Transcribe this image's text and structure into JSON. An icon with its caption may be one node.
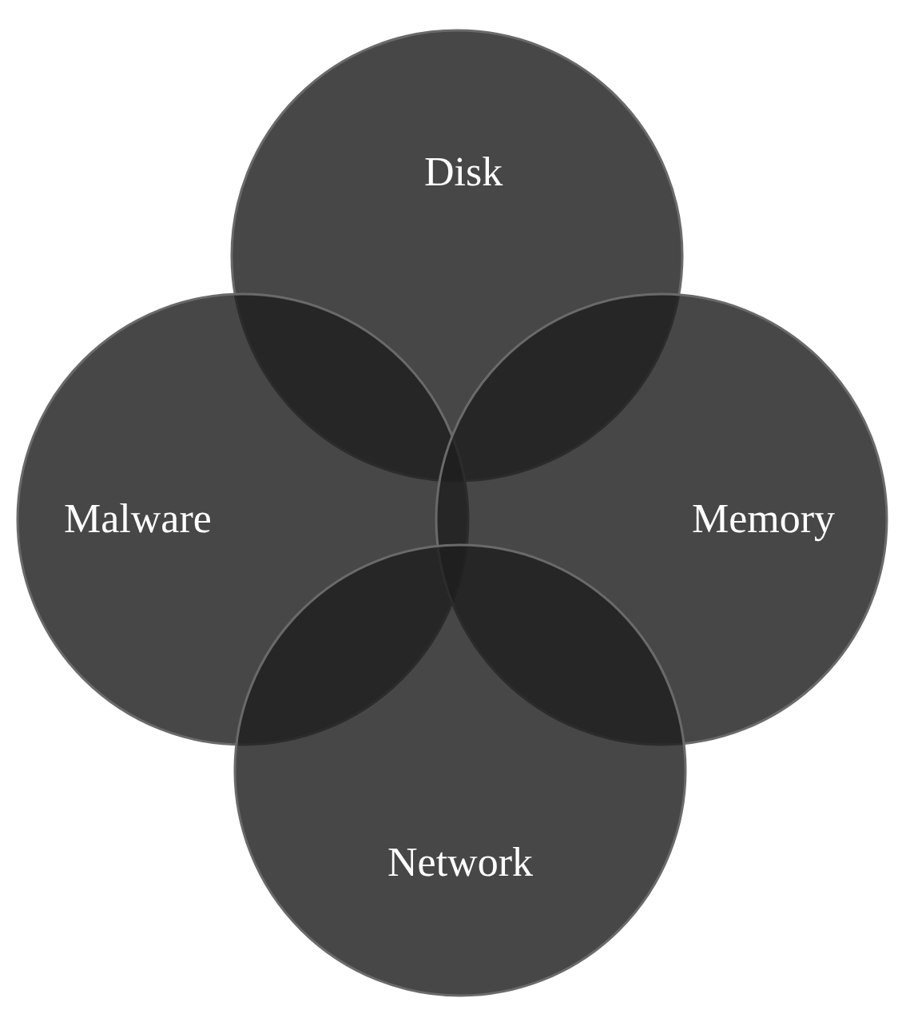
{
  "diagram": {
    "nodes": [
      {
        "text": [
          "Disk"
        ]
      },
      {
        "text": [
          "Malware"
        ]
      },
      {
        "text": [
          "Memory"
        ]
      },
      {
        "text": [
          "Network"
        ]
      }
    ]
  }
}
